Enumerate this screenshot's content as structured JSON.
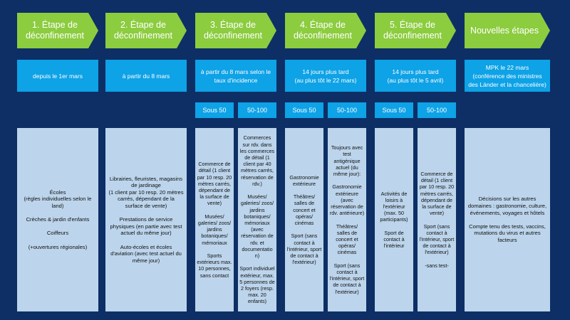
{
  "stages": [
    {
      "title": "1. Étape de déconfinement"
    },
    {
      "title": "2. Étape de déconfinement"
    },
    {
      "title": "3. Étape de déconfinement"
    },
    {
      "title": "4. Étape de déconfinement"
    },
    {
      "title": "5. Étape de déconfinement"
    },
    {
      "title": "Nouvelles étapes"
    }
  ],
  "dates": [
    "depuis le 1er mars",
    "à partir du 8 mars",
    "à partir du 8 mars selon le taux d'incidence",
    "14 jours plus tard\n(au plus tôt le 22 mars)",
    "14 jours plus tard\n(au plus tôt le 5 avril)",
    "MPK le 22 mars\n(conférence des ministres des Länder et la chancelière)"
  ],
  "incidence": {
    "stage3": [
      "Sous 50",
      "50-100"
    ],
    "stage4": [
      "Sous 50",
      "50-100"
    ],
    "stage5": [
      "Sous 50",
      "50-100"
    ]
  },
  "content": {
    "stage1": "Écoles\n(règles individuelles selon le land)\n\nCrèches & jardin d'enfants\n\nCoiffeurs\n\n(+ouvertures régionales)",
    "stage2": "Librairies, fleuristes, magasins de jardinage\n(1 client par 10 resp. 20 mètres carrés, dépendant de la surface de vente)\n\nPrestations de service physiques (en partie avec test actuel du même jour)\n\nAuto-écoles et écoles d'aviation (avec test actuel du même jour)",
    "stage3_a": "Commerce de détail (1 client par 10 resp. 20 mètres carrés, dépendant de la surface de vente)\n\nMusées/ galeries/ zoos/ jardins botaniques/ mémoriaux\n\nSports extérieurs max. 10 personnes, sans contact",
    "stage3_b": "Commerces sur rdv. dans les commerces de détail (1 client par 40 mètres carrés, réservation de rdv.)\n\nMusées/ galeries/ zoos/ jardins botaniques/ mémoriaux (avec réservation de rdv. et documentatio n)\n\nSport individuel extérieur, max. 5 personnes de 2 foyers (resp. max. 20 enfants)",
    "stage4_a": "Gastronomie extérieure\n\nThéâtres/ salles de concert et opéras/ cinémas\n\nSport (sans contact à l'intérieur, sport de contact à l'extérieur)",
    "stage4_b": "Toujours avec test antigénique actuel (du même jour):\n\nGastronomie extérieure (avec réservation de rdv. antérieure)\n\nThéâtres/ salles de concert et opéras/ cinémas\n\nSport (sans contact à l'intérieur, sport de contact à l'extérieur)",
    "stage5_a": "Activités de loisirs à l'extérieur (max. 50 participants)\n\nSport de contact à l'intérieur",
    "stage5_b": "Commerce de détail (1 client par 10 resp. 20 mètres carrés, dépendant de la surface de vente)\n\nSport (sans contact à l'intérieur, sport de contact à l'extérieur)\n\n-sans test-",
    "stage6": "Décisions sur les autres domaines : gastronomie, culture, événements, voyages et hôtels\n\nCompte tenu des tests, vaccins, mutations du virus et autres facteurs"
  }
}
